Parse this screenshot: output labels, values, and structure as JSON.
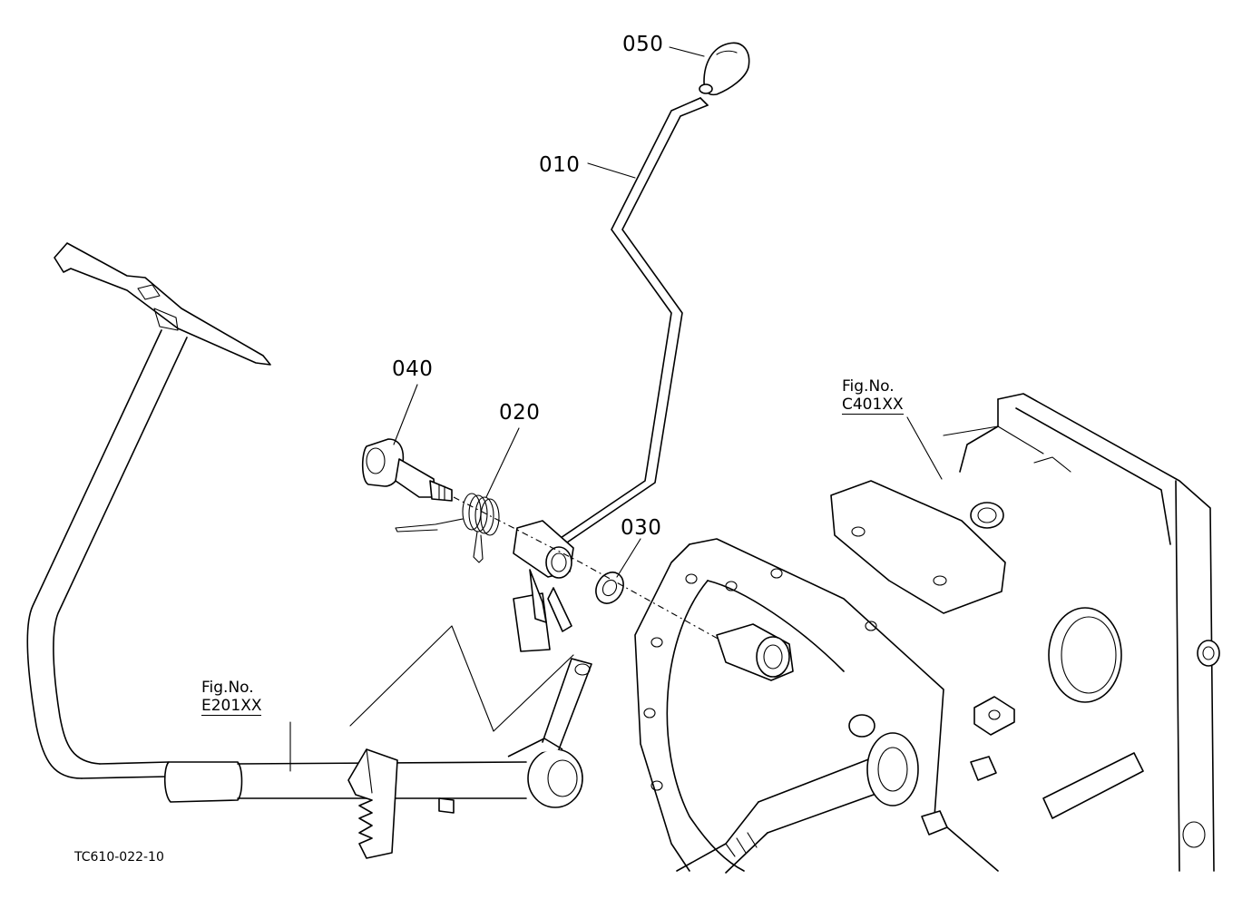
{
  "parts": [
    {
      "num": "050",
      "name": "knob"
    },
    {
      "num": "010",
      "name": "lever"
    },
    {
      "num": "040",
      "name": "pin"
    },
    {
      "num": "020",
      "name": "spring"
    },
    {
      "num": "030",
      "name": "washer"
    }
  ],
  "fig_refs": [
    {
      "label": "Fig.No.",
      "code": "C401XX"
    },
    {
      "label": "Fig.No.",
      "code": "E201XX"
    }
  ],
  "illustration_code": "TC610-022-10"
}
